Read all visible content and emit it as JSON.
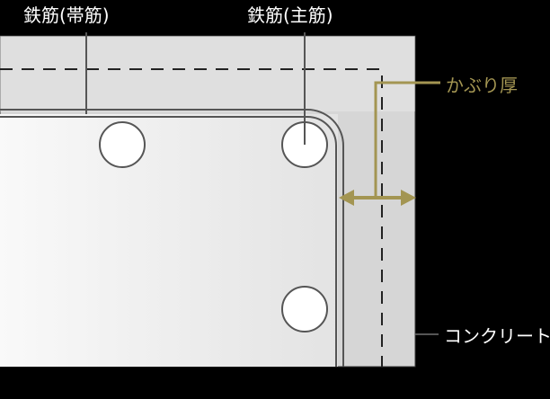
{
  "labels": {
    "stirrup": "鉄筋(帯筋)",
    "main_bar": "鉄筋(主筋)",
    "cover": "かぶり厚",
    "concrete": "コンクリート"
  },
  "colors": {
    "background": "#000000",
    "concrete_light": "#f7f7f7",
    "concrete_mid": "#e4e4e4",
    "concrete_edge": "#d4d4d4",
    "line": "#555555",
    "label_white": "#ffffff",
    "accent_gold": "#a39552"
  }
}
